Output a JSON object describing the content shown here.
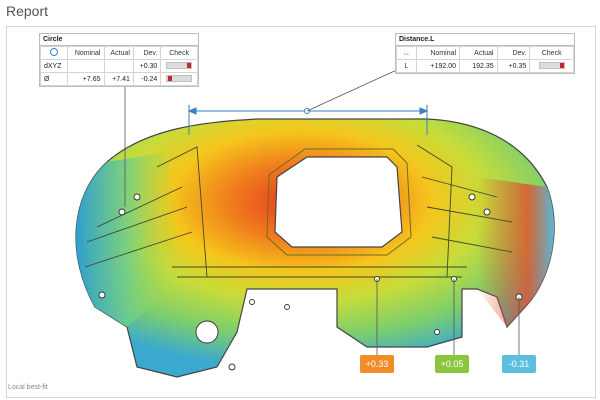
{
  "page": {
    "title": "Report",
    "footer": "Local best-fit"
  },
  "circle_table": {
    "title": "Circle",
    "headers": [
      "",
      "Nominal",
      "Actual",
      "Dev.",
      "Check"
    ],
    "rows": [
      {
        "label": "dXYZ",
        "nominal": "",
        "actual": "",
        "dev": "+0.30"
      },
      {
        "label": "Ø",
        "nominal": "+7.65",
        "actual": "+7.41",
        "dev": "-0.24"
      }
    ]
  },
  "distance_table": {
    "title": "Distance.L",
    "headers": [
      "",
      "Nominal",
      "Actual",
      "Dev.",
      "Check"
    ],
    "rows": [
      {
        "label": "L",
        "nominal": "+192.00",
        "actual": "192.35",
        "dev": "+0.35"
      }
    ]
  },
  "badges": [
    {
      "value": "+0.33",
      "color": "#f28c28"
    },
    {
      "value": "+0.05",
      "color": "#8cc63f"
    },
    {
      "value": "-0.31",
      "color": "#5bc0de"
    }
  ],
  "colors": {
    "hot": "#e53a1f",
    "warm": "#f4c21a",
    "mid": "#b8d93a",
    "cool": "#3fb0c9",
    "leader": "#555555",
    "dimension": "#3a7fc1"
  }
}
